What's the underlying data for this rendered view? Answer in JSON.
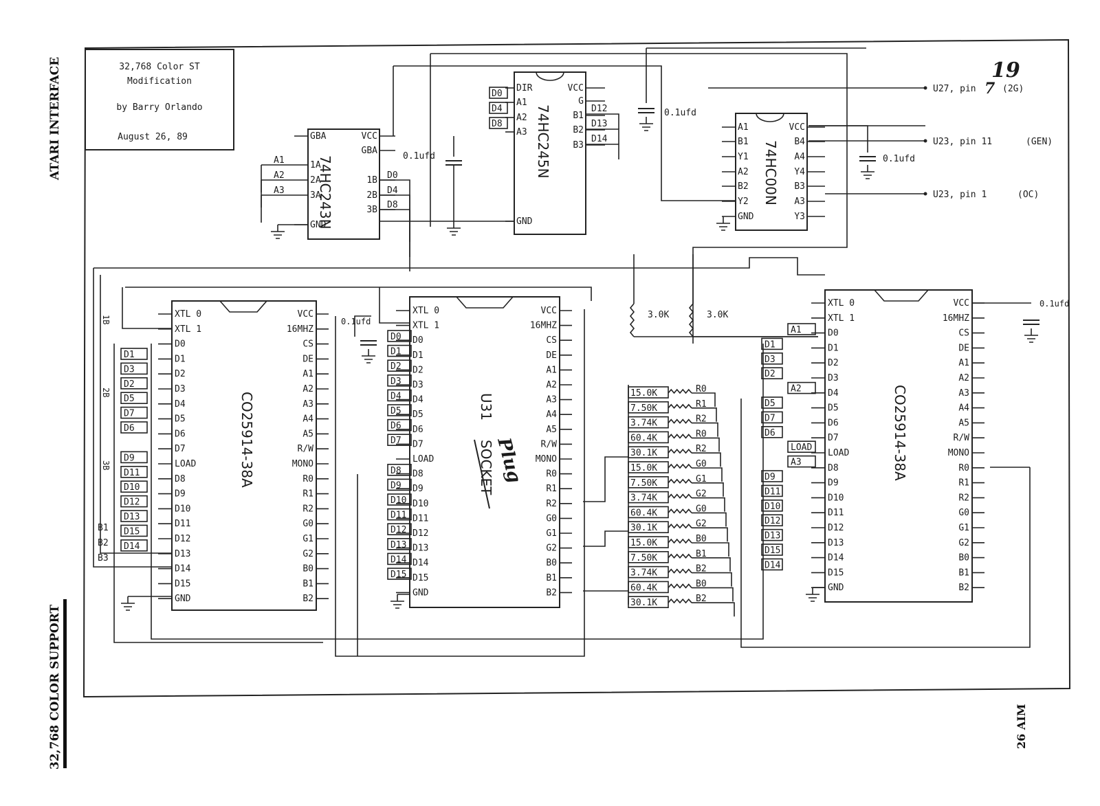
{
  "margin": {
    "left_top": "ATARI INTERFACE",
    "left_bottom": "32,768 COLOR SUPPORT",
    "right_bottom": "26 AIM"
  },
  "title_block": {
    "line1": "32,768 Color ST",
    "line2": "Modification",
    "author": "by Barry Orlando",
    "date": "August 26, 89"
  },
  "handwriting": {
    "page_number": "19",
    "plug": "Plug",
    "struck_socket": "SOCKET"
  },
  "chips": {
    "u243": {
      "part": "74HC243N",
      "left_pins": [
        "GBA",
        "1A",
        "2A",
        "3A",
        "GND"
      ],
      "right_pins": [
        "VCC",
        "GBA",
        "1B",
        "2B",
        "3B"
      ],
      "left_nets": [
        "A1",
        "A2",
        "A3"
      ],
      "right_nets": [
        "D0",
        "D4",
        "D8"
      ]
    },
    "u245": {
      "part": "74HC245N",
      "left_pins": [
        "DIR",
        "A1",
        "A2",
        "A3",
        "GND"
      ],
      "right_pins": [
        "VCC",
        "G",
        "B1",
        "B2",
        "B3"
      ],
      "left_nets": [
        "D0",
        "D4",
        "D8"
      ],
      "right_nets": [
        "D12",
        "D13",
        "D14"
      ]
    },
    "u00": {
      "part": "74HC00N",
      "left_pins": [
        "A1",
        "B1",
        "Y1",
        "A2",
        "B2",
        "Y2",
        "GND"
      ],
      "right_pins": [
        "VCC",
        "B4",
        "A4",
        "Y4",
        "B3",
        "A3",
        "Y3"
      ]
    },
    "chip_left": {
      "part": "CO25914-38A",
      "left_pins": [
        "XTL 0",
        "XTL 1",
        "D0",
        "D1",
        "D2",
        "D3",
        "D4",
        "D5",
        "D6",
        "D7",
        "LOAD",
        "D8",
        "D9",
        "D10",
        "D11",
        "D12",
        "D13",
        "D14",
        "D15",
        "GND"
      ],
      "right_pins": [
        "VCC",
        "16MHZ",
        "CS",
        "DE",
        "A1",
        "A2",
        "A3",
        "A4",
        "A5",
        "R/W",
        "MONO",
        "R0",
        "R1",
        "R2",
        "G0",
        "G1",
        "G2",
        "B0",
        "B1",
        "B2"
      ],
      "left_nets": [
        "D1",
        "D3",
        "D2",
        "D5",
        "D7",
        "D6",
        "D9",
        "D11",
        "D10",
        "D12",
        "D13",
        "D15",
        "D14"
      ],
      "bus_labels": [
        "1B",
        "2B",
        "3B",
        "B1",
        "B2",
        "B3"
      ]
    },
    "chip_u31": {
      "part": "U31",
      "left_pins": [
        "XTL 0",
        "XTL 1",
        "D0",
        "D1",
        "D2",
        "D3",
        "D4",
        "D5",
        "D6",
        "D7",
        "LOAD",
        "D8",
        "D9",
        "D10",
        "D11",
        "D12",
        "D13",
        "D14",
        "D15",
        "GND"
      ],
      "right_pins": [
        "VCC",
        "16MHZ",
        "CS",
        "DE",
        "A1",
        "A2",
        "A3",
        "A4",
        "A5",
        "R/W",
        "MONO",
        "R0",
        "R1",
        "R2",
        "G0",
        "G1",
        "G2",
        "B0",
        "B1",
        "B2"
      ],
      "left_nets": [
        "D0",
        "D1",
        "D2",
        "D3",
        "D4",
        "D5",
        "D6",
        "D7",
        "D8",
        "D9",
        "D10",
        "D11",
        "D12",
        "D13",
        "D14",
        "D15"
      ]
    },
    "chip_right": {
      "part": "CO25914-38A",
      "left_pins": [
        "XTL 0",
        "XTL 1",
        "D0",
        "D1",
        "D2",
        "D3",
        "D4",
        "D5",
        "D6",
        "D7",
        "LOAD",
        "D8",
        "D9",
        "D10",
        "D11",
        "D12",
        "D13",
        "D14",
        "D15",
        "GND"
      ],
      "right_pins": [
        "VCC",
        "16MHZ",
        "CS",
        "DE",
        "A1",
        "A2",
        "A3",
        "A4",
        "A5",
        "R/W",
        "MONO",
        "R0",
        "R1",
        "R2",
        "G0",
        "G1",
        "G2",
        "B0",
        "B1",
        "B2"
      ],
      "left_nets": [
        "A1",
        "D1",
        "D3",
        "D2",
        "A2",
        "D5",
        "D7",
        "D6",
        "LOAD",
        "A3",
        "D9",
        "D11",
        "D10",
        "D12",
        "D13",
        "D15",
        "D14"
      ]
    }
  },
  "capacitors": [
    "0.1ufd",
    "0.1ufd",
    "0.1ufd",
    "0.1ufd",
    "0.1ufd"
  ],
  "pullups": [
    "3.0K",
    "3.0K"
  ],
  "dac_ladder": [
    {
      "value": "15.0K",
      "net": "R0"
    },
    {
      "value": "7.50K",
      "net": "R1"
    },
    {
      "value": "3.74K",
      "net": "R2"
    },
    {
      "value": "60.4K",
      "net": "R0"
    },
    {
      "value": "30.1K",
      "net": "R2"
    },
    {
      "value": "15.0K",
      "net": "G0"
    },
    {
      "value": "7.50K",
      "net": "G1"
    },
    {
      "value": "3.74K",
      "net": "G2"
    },
    {
      "value": "60.4K",
      "net": "G0"
    },
    {
      "value": "30.1K",
      "net": "G2"
    },
    {
      "value": "15.0K",
      "net": "B0"
    },
    {
      "value": "7.50K",
      "net": "B1"
    },
    {
      "value": "3.74K",
      "net": "B2"
    },
    {
      "value": "60.4K",
      "net": "B0"
    },
    {
      "value": "30.1K",
      "net": "B2"
    }
  ],
  "connections": [
    {
      "label": "U27, pin",
      "pin": "7",
      "signal": "(2G)"
    },
    {
      "label": "U23, pin 11",
      "signal": "(GEN)"
    },
    {
      "label": "U23, pin 1",
      "signal": "(OC)"
    }
  ]
}
